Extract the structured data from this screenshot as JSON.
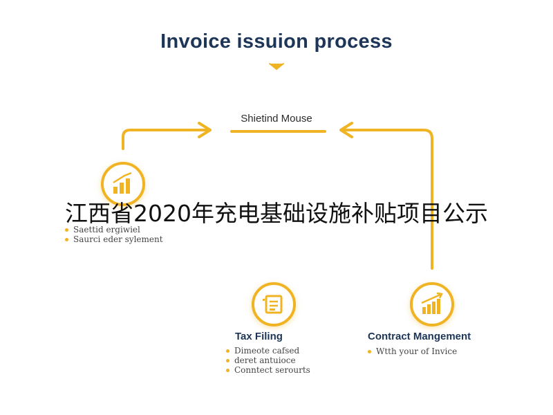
{
  "title": "Invoice issuion process",
  "center_node": {
    "label": "Shietind Mouse"
  },
  "left_node": {
    "title": "",
    "bullets": [
      "Saettid ergiwiel",
      "Saurci eder sylement"
    ]
  },
  "tax_node": {
    "title": "Tax Filing",
    "bullets": [
      "Dimeote cafsed",
      "deret antuioce",
      "Conntect serourts"
    ]
  },
  "contract_node": {
    "title": "Contract Mangement",
    "bullets": [
      "Wtth your of Invice"
    ]
  },
  "overlay_text": "江西省2020年充电基础设施补贴项目公示",
  "colors": {
    "accent": "#f0b323",
    "title": "#1d3557"
  },
  "icons": {
    "left": "bar-chart-icon",
    "tax": "document-icon",
    "contract": "growth-chart-icon"
  }
}
